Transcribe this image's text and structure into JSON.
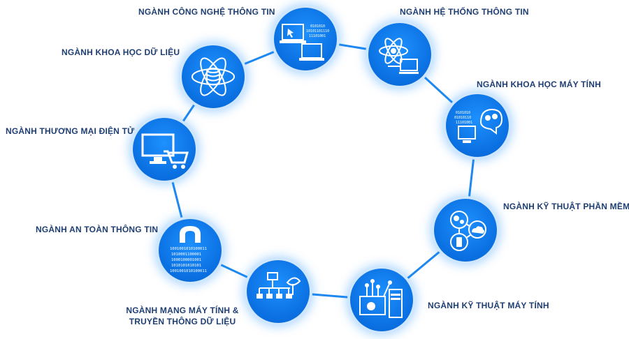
{
  "majors": [
    {
      "label": "NGÀNH CÔNG NGHỆ THÔNG TIN",
      "icon": "laptop-code-icon"
    },
    {
      "label": "NGÀNH HỆ THỐNG THÔNG TIN",
      "icon": "atom-monitor-icon"
    },
    {
      "label": "NGÀNH KHOA HỌC MÁY TÍNH",
      "icon": "computer-brain-icon"
    },
    {
      "label": "NGÀNH KỸ THUẬT PHẦN MỀM",
      "icon": "software-network-icon"
    },
    {
      "label": "NGÀNH KỸ THUẬT MÁY TÍNH",
      "icon": "computer-hardware-icon"
    },
    {
      "label": "NGÀNH MẠNG MÁY TÍNH &",
      "label2": "TRUYỀN THÔNG DỮ LIỆU",
      "icon": "network-satellite-icon"
    },
    {
      "label": "NGÀNH AN TOÀN THÔNG TIN",
      "icon": "binary-lock-icon"
    },
    {
      "label": "NGÀNH THƯƠNG MẠI ĐIỆN TỬ",
      "icon": "ecommerce-cart-icon"
    },
    {
      "label": "NGÀNH KHOA HỌC DỮ LIỆU",
      "icon": "data-atom-icon"
    }
  ],
  "binary_text": {
    "it": [
      "0101010",
      "10101101110",
      "11101001"
    ],
    "cs": [
      "0101010",
      "01010110",
      "11101001"
    ],
    "security": [
      "1001001010100011",
      "1010001100001",
      "1000100001001",
      "1010101010101",
      "1001001010100011"
    ]
  },
  "colors": {
    "node": "#0a6fe0",
    "ring": "#1e88f0",
    "label": "#1f3f73",
    "glow": "#cfe6ff"
  }
}
